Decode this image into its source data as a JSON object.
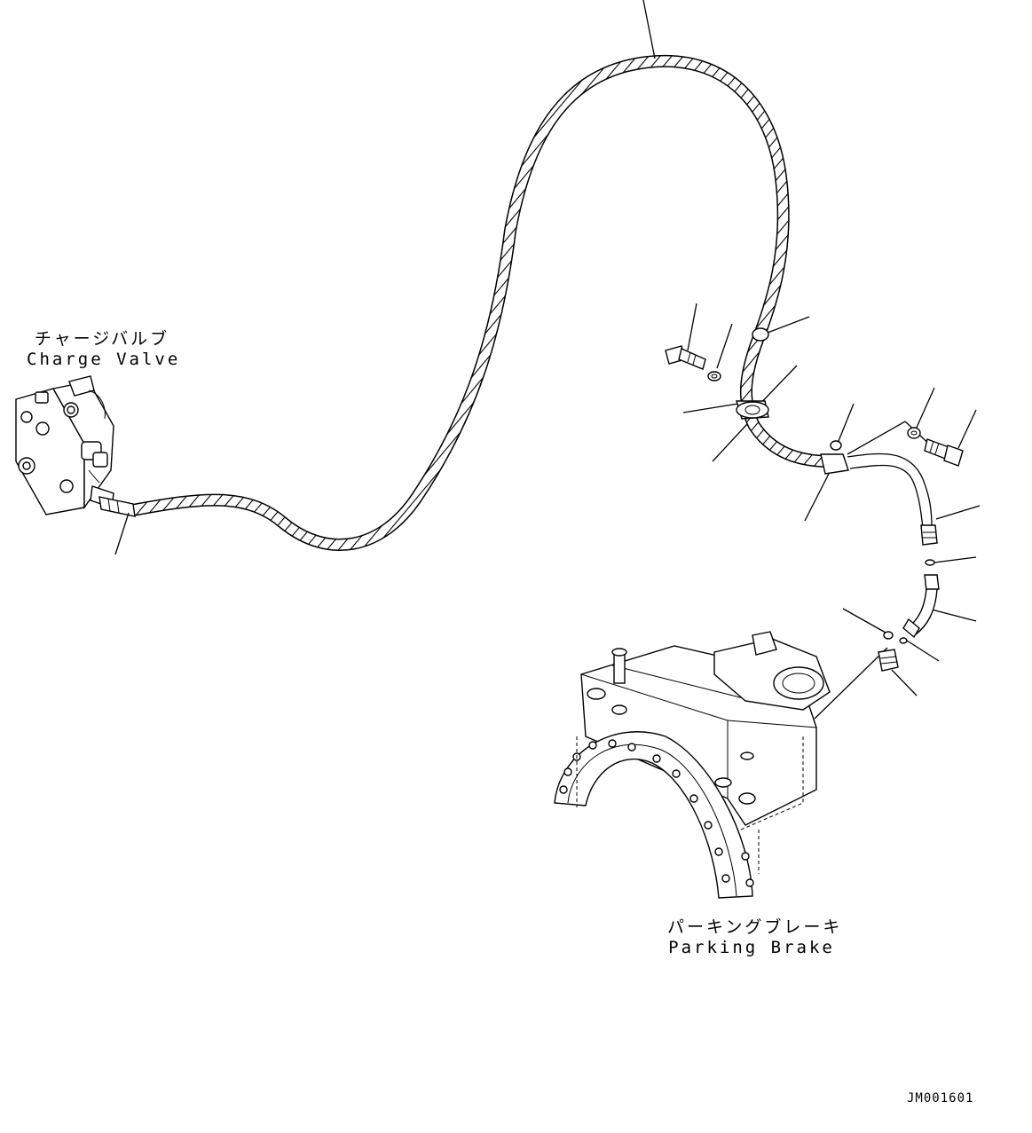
{
  "labels": {
    "charge_valve_jp": "チャージバルブ",
    "charge_valve_en": "Charge Valve",
    "parking_brake_jp": "パーキングブレーキ",
    "parking_brake_en": "Parking Brake"
  },
  "drawing_code": "JM001601"
}
